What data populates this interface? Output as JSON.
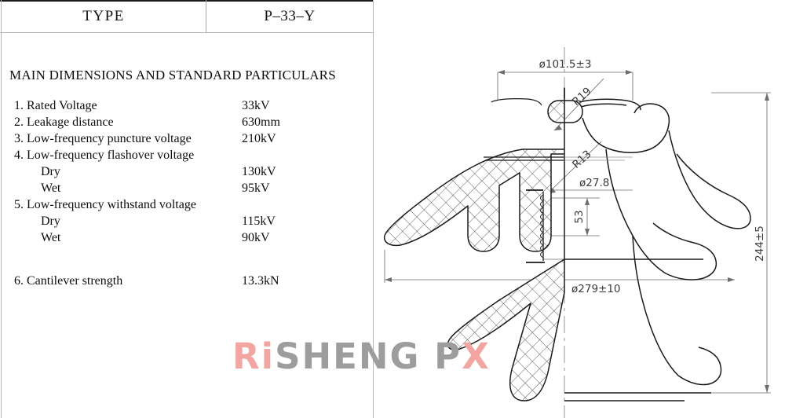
{
  "table": {
    "type_label": "TYPE",
    "type_value": "P–33–Y"
  },
  "spec": {
    "title": "MAIN DIMENSIONS AND STANDARD PARTICULARS",
    "rows": [
      {
        "label": "1. Rated Voltage",
        "value": "33kV",
        "indent": false
      },
      {
        "label": "2. Leakage distance",
        "value": "630mm",
        "indent": false
      },
      {
        "label": "3. Low-frequency puncture voltage",
        "value": "210kV",
        "indent": false
      },
      {
        "label": "4. Low-frequency flashover voltage",
        "value": "",
        "indent": false
      },
      {
        "label": "Dry",
        "value": "130kV",
        "indent": true
      },
      {
        "label": "Wet",
        "value": "95kV",
        "indent": true
      },
      {
        "label": "5. Low-frequency withstand voltage",
        "value": "",
        "indent": false
      },
      {
        "label": "Dry",
        "value": "115kV",
        "indent": true
      },
      {
        "label": "Wet",
        "value": "90kV",
        "indent": true
      },
      {
        "label": "",
        "value": "",
        "indent": false
      },
      {
        "label": "6. Cantilever strength",
        "value": "13.3kN",
        "indent": false
      }
    ]
  },
  "drawing": {
    "dimensions": {
      "top_diameter": "ø101.5±3",
      "radius_top": "R19",
      "radius_side": "R13",
      "bore_diameter": "ø27.8",
      "bore_depth": "53",
      "skirt_diameter": "ø279±10",
      "total_height": "244±5"
    }
  },
  "watermark": {
    "part_a": "Ri",
    "part_b": "SHENG P",
    "part_c": "X"
  },
  "colors": {
    "ink": "#1a1a1a",
    "dim_line": "#6e6e6e",
    "hatch": "#4a4a4a",
    "watermark_accent": "#f2a6a2",
    "watermark_gray": "#9d9d9d"
  }
}
